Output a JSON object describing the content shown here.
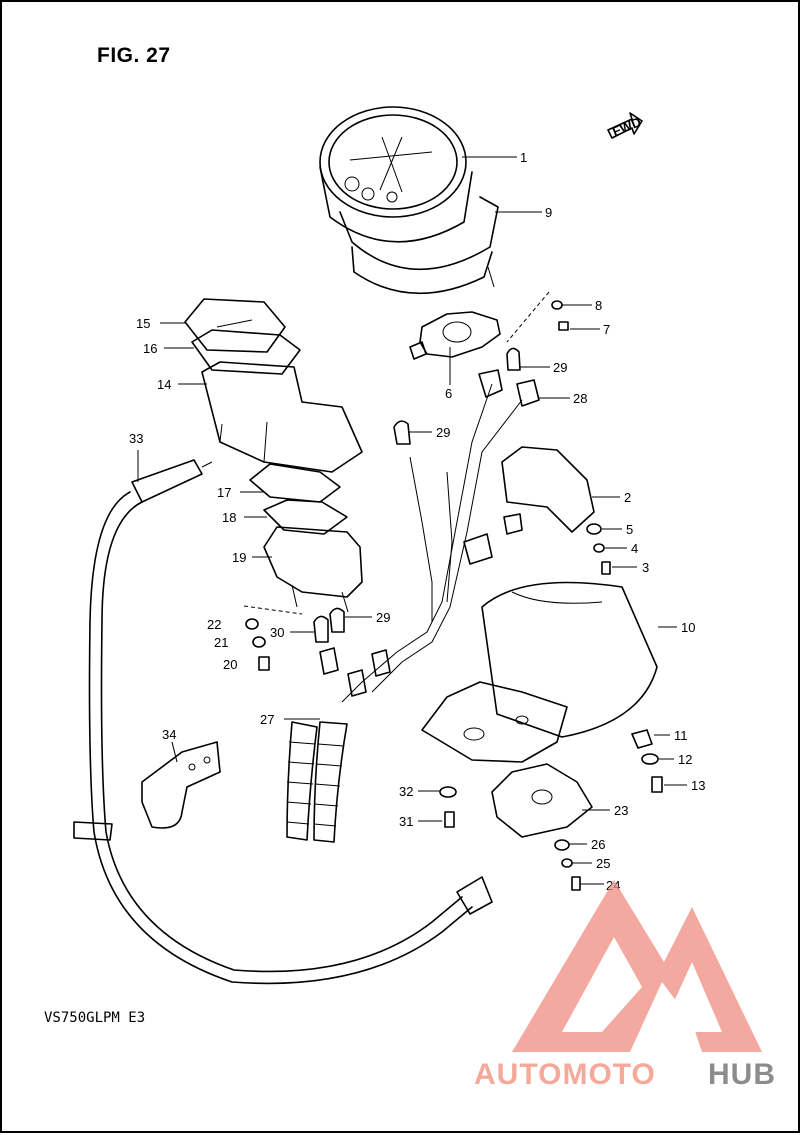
{
  "figure": {
    "title": "FIG. 27",
    "model_code": "VS750GLPM  E3"
  },
  "direction_marker": {
    "label": "FWD"
  },
  "callouts": [
    "1",
    "9",
    "8",
    "7",
    "6",
    "29",
    "28",
    "15",
    "16",
    "14",
    "33",
    "29",
    "17",
    "2",
    "18",
    "5",
    "19",
    "4",
    "3",
    "22",
    "29",
    "21",
    "30",
    "10",
    "20",
    "27",
    "11",
    "34",
    "12",
    "13",
    "32",
    "23",
    "31",
    "26",
    "25",
    "24"
  ],
  "watermark": {
    "left_text": "AUTOMOTO",
    "right_text": "HUB",
    "left_color": "#f4a99a",
    "right_color": "#8c8c8c",
    "logo_color": "#f08c80"
  }
}
